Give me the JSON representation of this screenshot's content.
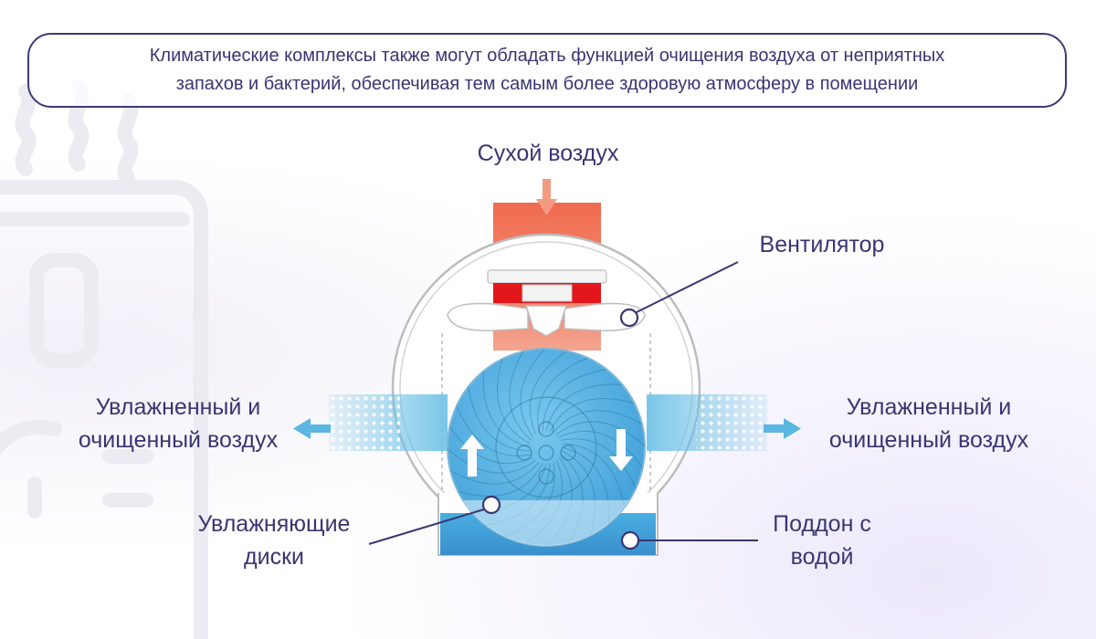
{
  "caption": {
    "line1": "Климатические комплексы также могут обладать функцией очищения воздуха от неприятных",
    "line2": "запахов и бактерий, обеспечивая тем самым более здоровую атмосферу в помещении"
  },
  "labels": {
    "dry_air": "Сухой воздух",
    "fan": "Вентилятор",
    "out_left_1": "Увлажненный и",
    "out_left_2": "очищенный воздух",
    "out_right_1": "Увлажненный и",
    "out_right_2": "очищенный воздух",
    "discs_1": "Увлажняющие",
    "discs_2": "диски",
    "tray_1": "Поддон с",
    "tray_2": "водой"
  },
  "colors": {
    "text": "#3a3572",
    "border": "#3d3a78",
    "hot_air": "#ee5a3c",
    "fan_red": "#e3161b",
    "water": "#4aa6dc",
    "humid_air": "#6cc0e6"
  },
  "icons": [
    "air-inflow-arrow-icon",
    "air-outflow-arrow-icon",
    "rotation-arrow-icon",
    "humidifier-background-icon"
  ]
}
